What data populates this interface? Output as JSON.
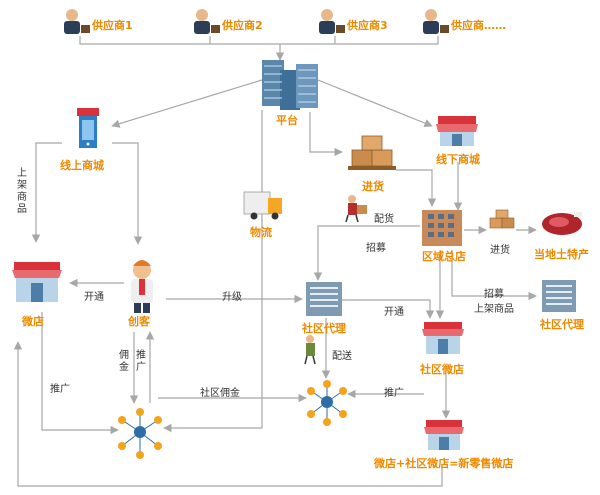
{
  "colors": {
    "accent": "#ee8a00",
    "line": "#a7a7a7",
    "store_red": "#d9323a",
    "building_blue": "#6f8fa8",
    "network_orange": "#f4a41c",
    "network_blue": "#2c6ea5"
  },
  "suppliers": [
    "供应商1",
    "供应商2",
    "供应商3",
    "供应商……"
  ],
  "nodes": {
    "platform": "平台",
    "online_mall": "线上商城",
    "offline_mall": "线下商城",
    "stock_in": "进货",
    "logistics": "物流",
    "regional_store": "区域总店",
    "local_specialty": "当地土特产",
    "micro_store": "微店",
    "maker": "创客",
    "community_agent_center": "社区代理",
    "community_agent_right": "社区代理",
    "community_micro_store": "社区微店",
    "new_retail": "微店+社区微店=新零售微店"
  },
  "edges": {
    "list_products_left": "上架商品",
    "distribute": "配货",
    "recruit_center": "招募",
    "purchase": "进货",
    "recruit_right": "招募",
    "list_products_right": "上架商品",
    "open_micro": "开通",
    "upgrade": "升级",
    "open_community": "开通",
    "deliver": "配送",
    "commission": "佣金",
    "promote_vertical": "推广",
    "community_commission": "社区佣金",
    "promote_community": "推广",
    "promote_left": "推广"
  },
  "icons": [
    "businessman-icon",
    "skyscraper-icon",
    "shop-front-icon",
    "kiosk-icon",
    "cargo-boxes-icon",
    "delivery-truck-icon",
    "courier-icon",
    "building-icon",
    "meat-icon",
    "maker-person-icon",
    "network-icon"
  ]
}
